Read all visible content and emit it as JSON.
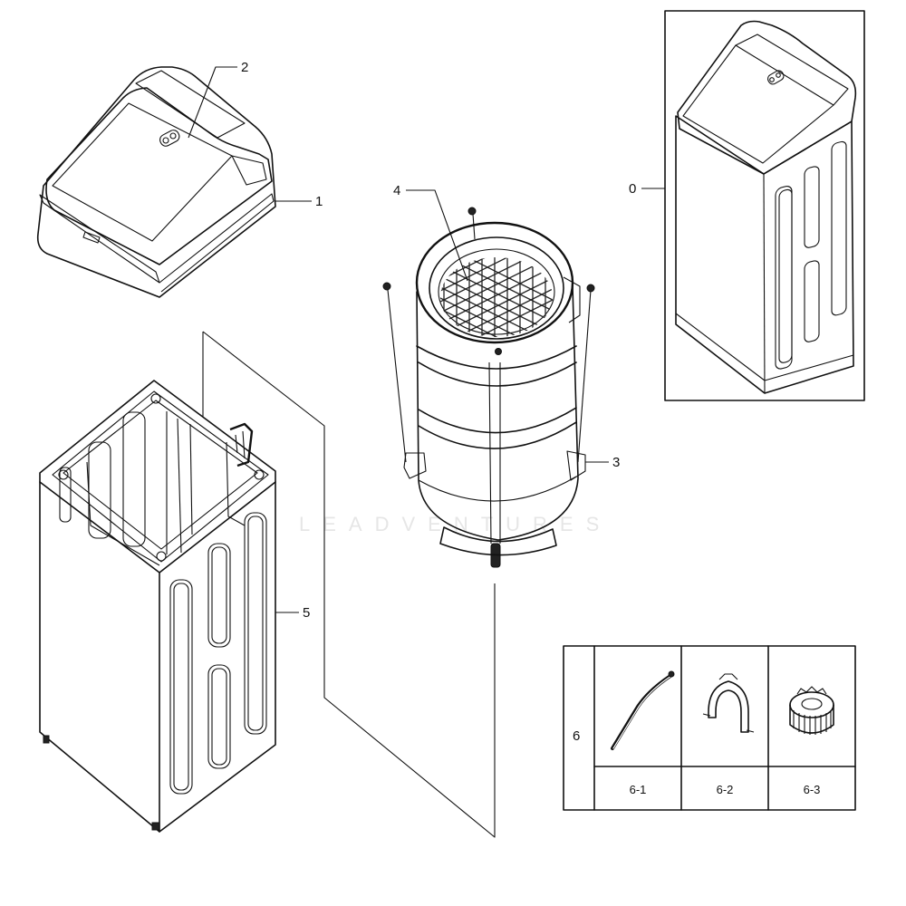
{
  "callouts": {
    "complete_unit": "0",
    "top_cover": "1",
    "lid": "2",
    "tub_assembly": "3",
    "basket": "4",
    "cabinet": "5",
    "accessory_group": "6"
  },
  "accessories": [
    {
      "id": "6-1",
      "icon": "rod-icon"
    },
    {
      "id": "6-2",
      "icon": "clip-icon"
    },
    {
      "id": "6-3",
      "icon": "cap-nut-icon"
    }
  ],
  "watermark": "LEADVENTURES"
}
